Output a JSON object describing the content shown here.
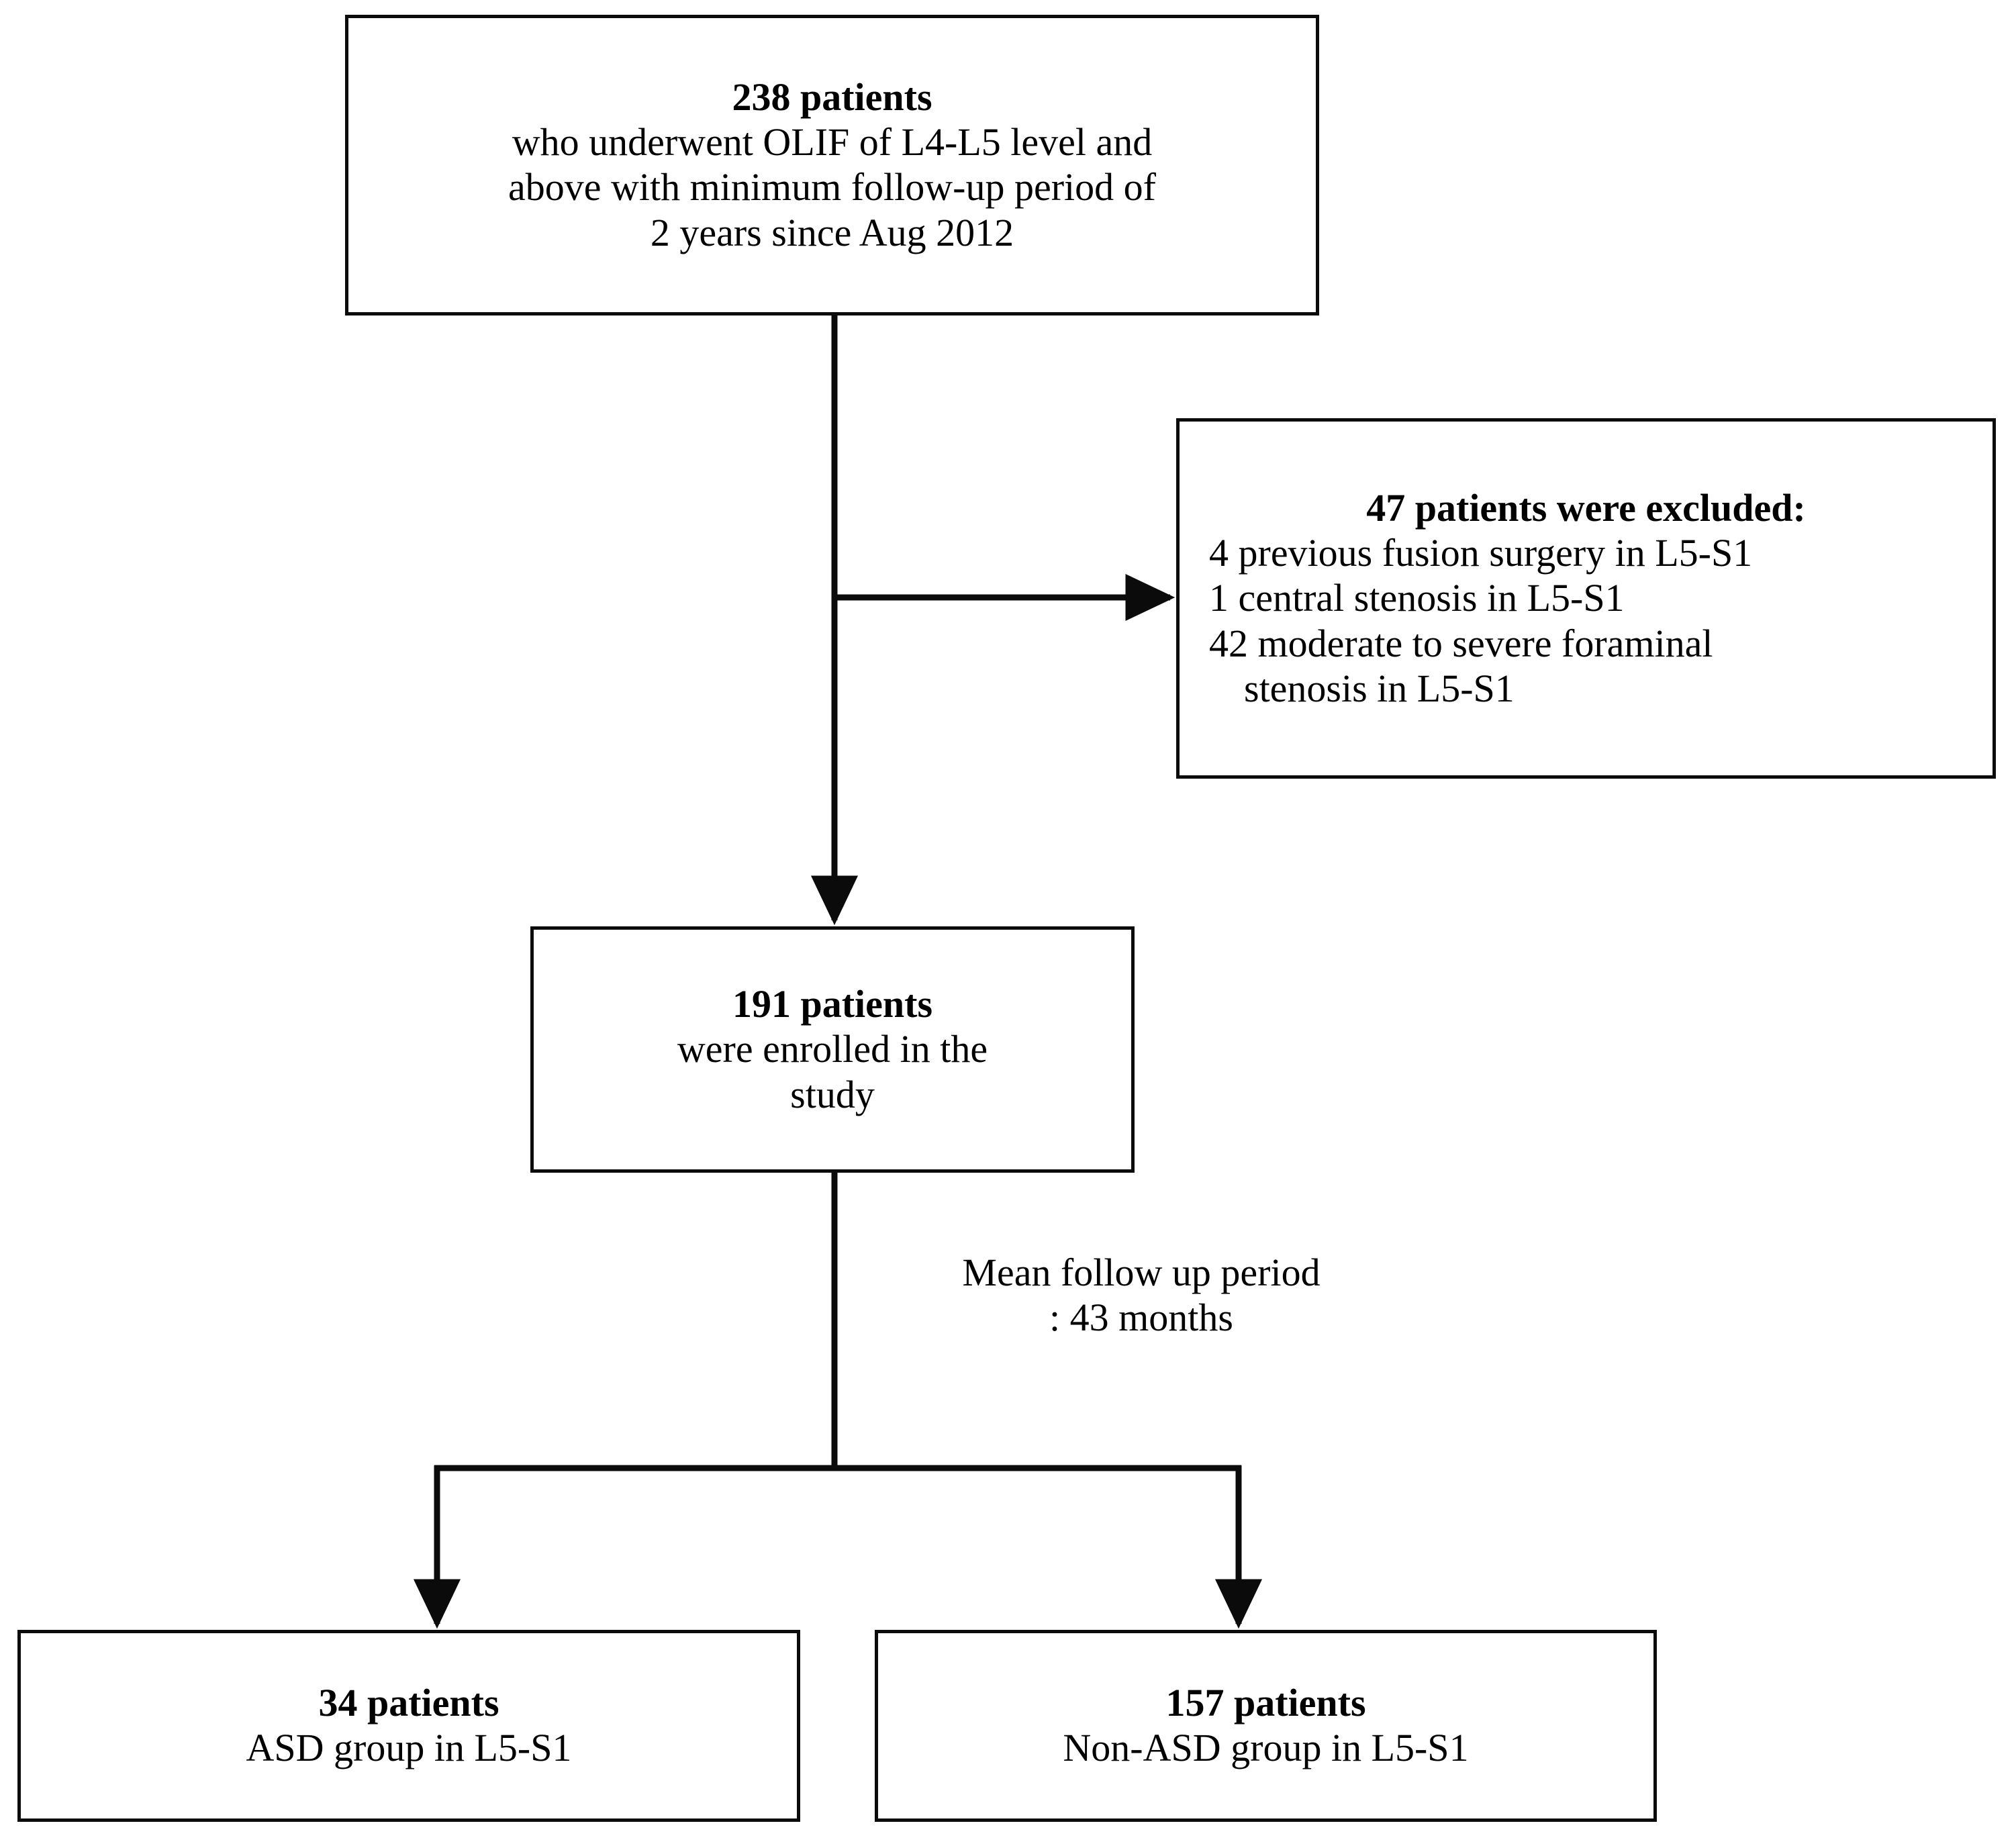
{
  "figure": {
    "type": "flowchart",
    "description": "Patient selection flow diagram for OLIF study"
  },
  "nodes": {
    "top": {
      "title": "238 patients",
      "lines": [
        "who underwent OLIF of L4-L5 level and",
        "above with minimum follow-up period of",
        "2 years since Aug 2012"
      ]
    },
    "excluded": {
      "title": "47 patients were excluded:",
      "lines": [
        "4 previous fusion surgery in L5-S1",
        "1 central stenosis in L5-S1",
        "42 moderate to severe foraminal",
        "stenosis in L5-S1"
      ]
    },
    "enrolled": {
      "title": "191 patients",
      "lines": [
        "were enrolled in the",
        "study"
      ]
    },
    "asd": {
      "title": "34 patients",
      "lines": [
        "ASD group in L5-S1"
      ]
    },
    "nonasd": {
      "title": "157 patients",
      "lines": [
        "Non-ASD group in L5-S1"
      ]
    }
  },
  "edge_labels": {
    "follow_up": {
      "lines": [
        "Mean follow up period",
        ": 43 months"
      ]
    }
  },
  "colors": {
    "stroke": "#0b0b0b",
    "background": "#ffffff",
    "text": "#000000"
  }
}
